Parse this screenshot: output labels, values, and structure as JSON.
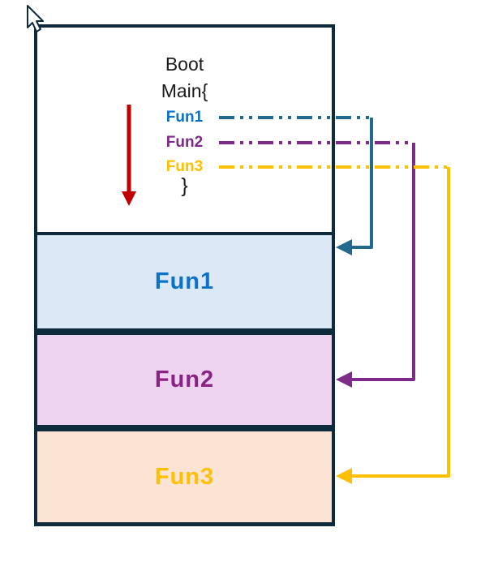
{
  "cursor_icon": "mouse-pointer",
  "memory_map": {
    "border_color": "#0d2b3d",
    "top_section": {
      "boot_label": "Boot",
      "main_label": "Main{",
      "closing_brace": "}",
      "execution_arrow_color": "#c00000",
      "calls": [
        {
          "label": "Fun1",
          "color": "#0b72c7"
        },
        {
          "label": "Fun2",
          "color": "#7d2a88"
        },
        {
          "label": "Fun3",
          "color": "#fec000"
        }
      ]
    },
    "blocks": [
      {
        "label": "Fun1",
        "fill": "#dbe8f5",
        "text_color": "#0b72c7"
      },
      {
        "label": "Fun2",
        "fill": "#eed3f0",
        "text_color": "#8a2184"
      },
      {
        "label": "Fun3",
        "fill": "#fce4d4",
        "text_color": "#fec000"
      }
    ]
  },
  "connectors": [
    {
      "name": "fun1-call-to-block",
      "color": "#23698f",
      "line_style": "dash-dot-dot"
    },
    {
      "name": "fun2-call-to-block",
      "color": "#7d2a88",
      "line_style": "dash-dot-dot"
    },
    {
      "name": "fun3-call-to-block",
      "color": "#fec000",
      "line_style": "dash-dot-dot"
    }
  ]
}
